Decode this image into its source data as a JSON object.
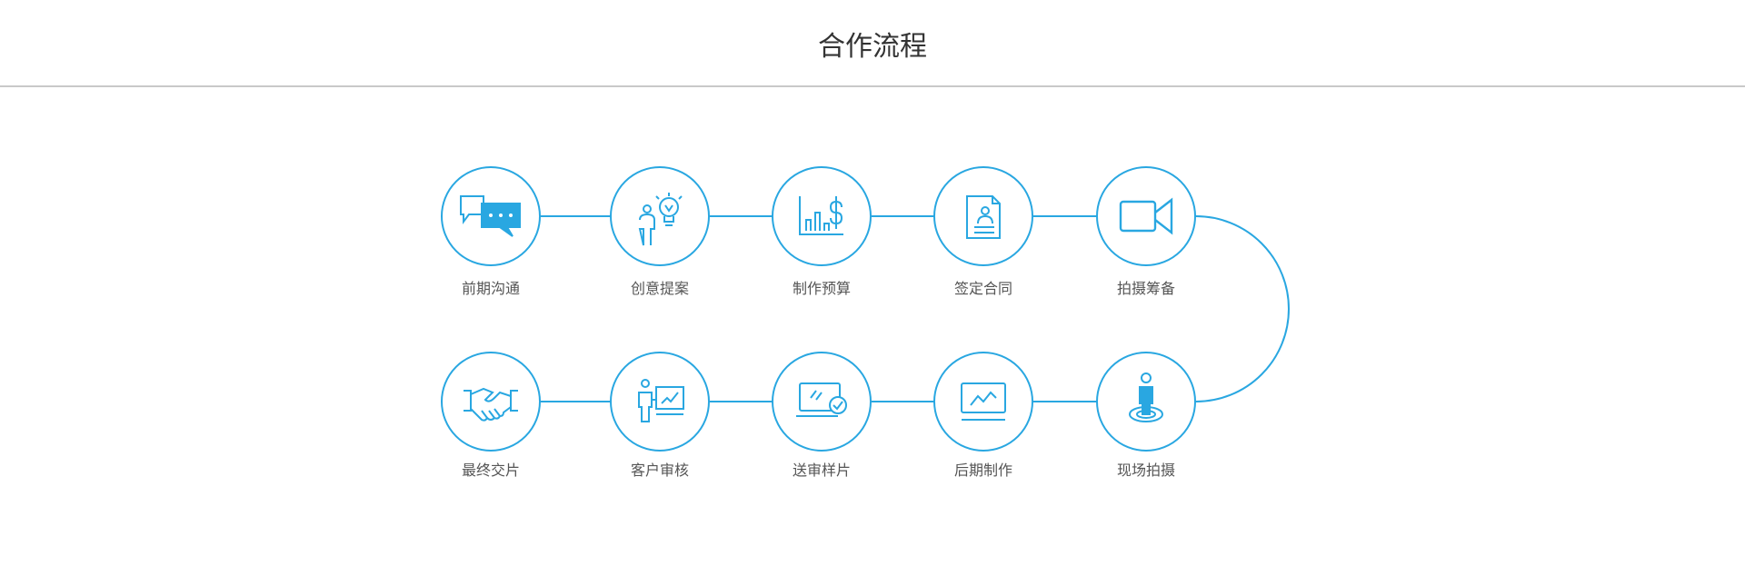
{
  "title": "合作流程",
  "accent_color": "#29a7e1",
  "steps": [
    {
      "label": "前期沟通",
      "icon": "chat-bubbles-icon"
    },
    {
      "label": "创意提案",
      "icon": "idea-person-icon"
    },
    {
      "label": "制作预算",
      "icon": "budget-chart-icon"
    },
    {
      "label": "签定合同",
      "icon": "contract-document-icon"
    },
    {
      "label": "拍摄筹备",
      "icon": "video-camera-icon"
    },
    {
      "label": "现场拍摄",
      "icon": "person-on-spot-icon"
    },
    {
      "label": "后期制作",
      "icon": "monitor-chart-icon"
    },
    {
      "label": "送审样片",
      "icon": "laptop-check-icon"
    },
    {
      "label": "客户审核",
      "icon": "presentation-person-icon"
    },
    {
      "label": "最终交片",
      "icon": "handshake-icon"
    }
  ]
}
